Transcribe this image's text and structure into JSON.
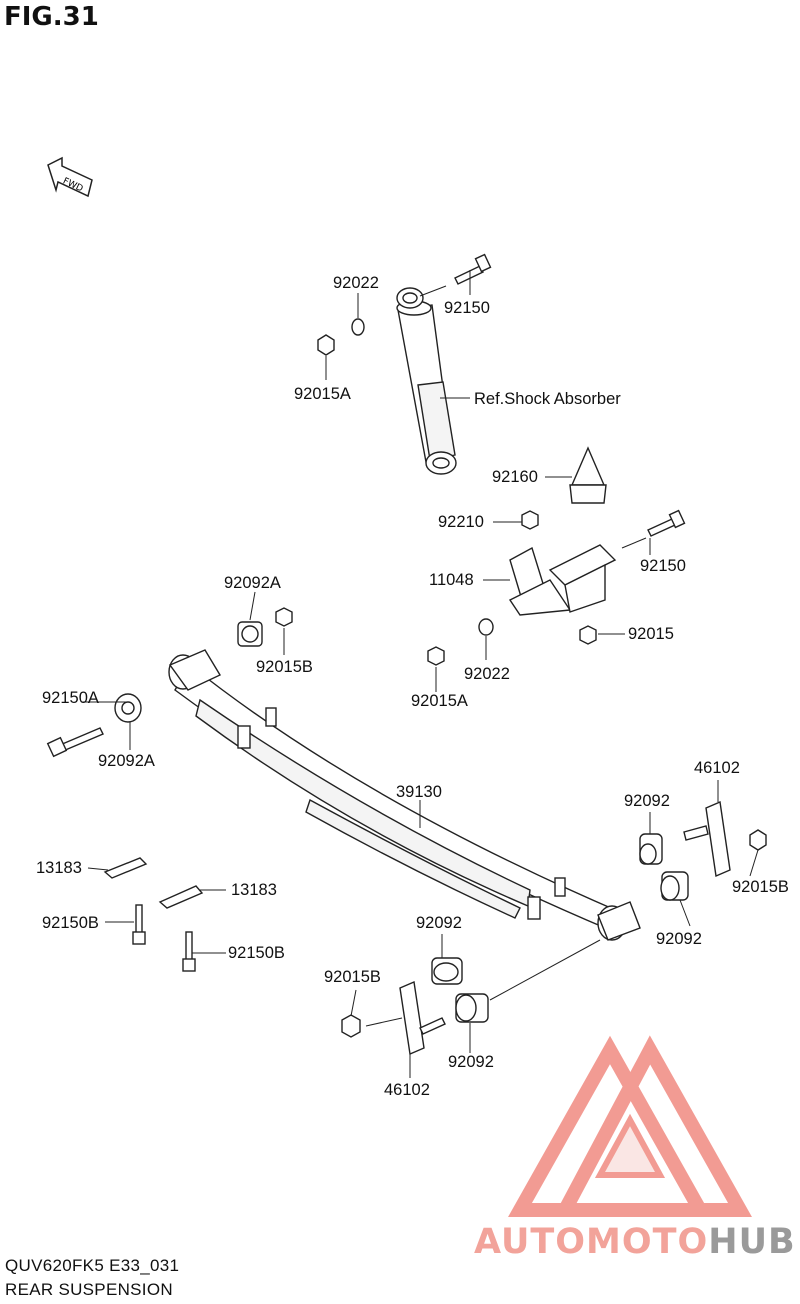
{
  "figure": {
    "title": "FIG.31"
  },
  "fwd_label": "FWD",
  "part_labels": {
    "p92022_top": "92022",
    "p92150_top": "92150",
    "p92015A_top": "92015A",
    "shock_ref": "Ref.Shock Absorber",
    "p92160": "92160",
    "p92210": "92210",
    "p11048": "11048",
    "p92150_mid": "92150",
    "p92092A_top": "92092A",
    "p92015B_top": "92015B",
    "p92022_mid": "92022",
    "p92015": "92015",
    "p92015A_mid": "92015A",
    "p92150A": "92150A",
    "p92092A_left": "92092A",
    "p39130": "39130",
    "p46102_right": "46102",
    "p92092_right_top": "92092",
    "p92015B_right": "92015B",
    "p92092_right_bot": "92092",
    "p13183_left": "13183",
    "p13183_right": "13183",
    "p92150B_left": "92150B",
    "p92150B_right": "92150B",
    "p92092_mid": "92092",
    "p92015B_bottom": "92015B",
    "p92092_bottom": "92092",
    "p46102_bottom": "46102"
  },
  "footer": {
    "code": "QUV620FK5 E33_031",
    "section": "REAR SUSPENSION"
  },
  "watermark": {
    "part1": "AUTOMOTO",
    "part2": "HUB",
    "color_primary": "#f2a39a",
    "color_secondary": "#9a9a9a"
  }
}
